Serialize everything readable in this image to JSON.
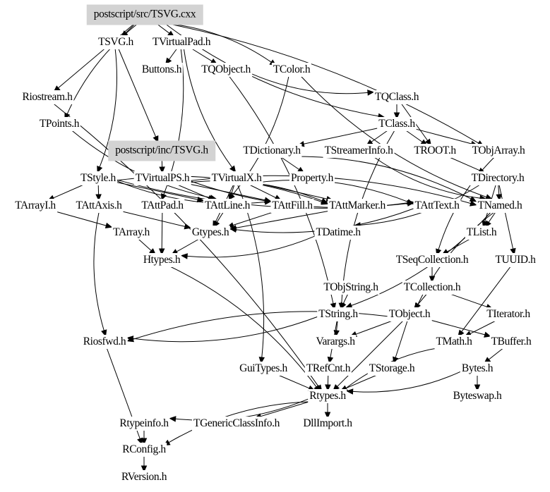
{
  "title": "Include dependency graph for postscript/src/TSVG.cxx",
  "colors": {
    "highlight_fill": "#d3d3d3",
    "edge": "#000000",
    "background": "#ffffff"
  },
  "nodes": [
    {
      "id": "tsvg_cxx",
      "label": "postscript/src/TSVG.cxx",
      "highlight": true
    },
    {
      "id": "tsvg_h",
      "label": "TSVG.h"
    },
    {
      "id": "tvirtualpad",
      "label": "TVirtualPad.h"
    },
    {
      "id": "buttons",
      "label": "Buttons.h"
    },
    {
      "id": "tqobject",
      "label": "TQObject.h"
    },
    {
      "id": "tcolor",
      "label": "TColor.h"
    },
    {
      "id": "riostream",
      "label": "Riostream.h"
    },
    {
      "id": "tqclass",
      "label": "TQClass.h"
    },
    {
      "id": "tpoints",
      "label": "TPoints.h"
    },
    {
      "id": "tclass",
      "label": "TClass.h"
    },
    {
      "id": "inc_tsvg",
      "label": "postscript/inc/TSVG.h",
      "highlight": true
    },
    {
      "id": "tdictionary",
      "label": "TDictionary.h"
    },
    {
      "id": "tstreamerinfo",
      "label": "TStreamerInfo.h"
    },
    {
      "id": "troot",
      "label": "TROOT.h"
    },
    {
      "id": "tobjarray",
      "label": "TObjArray.h"
    },
    {
      "id": "tstyle",
      "label": "TStyle.h"
    },
    {
      "id": "tvirtualps",
      "label": "TVirtualPS.h"
    },
    {
      "id": "tvirtualx",
      "label": "TVirtualX.h"
    },
    {
      "id": "property",
      "label": "Property.h"
    },
    {
      "id": "tdirectory",
      "label": "TDirectory.h"
    },
    {
      "id": "tarrayi",
      "label": "TArrayI.h"
    },
    {
      "id": "tattaxis",
      "label": "TAttAxis.h"
    },
    {
      "id": "tattpad",
      "label": "TAttPad.h"
    },
    {
      "id": "tattline",
      "label": "TAttLine.h"
    },
    {
      "id": "tattfill",
      "label": "TAttFill.h"
    },
    {
      "id": "tattmarker",
      "label": "TAttMarker.h"
    },
    {
      "id": "tatttext",
      "label": "TAttText.h"
    },
    {
      "id": "tnamed",
      "label": "TNamed.h"
    },
    {
      "id": "tarray",
      "label": "TArray.h"
    },
    {
      "id": "gtypes",
      "label": "Gtypes.h"
    },
    {
      "id": "tdatime",
      "label": "TDatime.h"
    },
    {
      "id": "tlist",
      "label": "TList.h"
    },
    {
      "id": "htypes",
      "label": "Htypes.h"
    },
    {
      "id": "tseqcollection",
      "label": "TSeqCollection.h"
    },
    {
      "id": "tuuid",
      "label": "TUUID.h"
    },
    {
      "id": "tobjstring",
      "label": "TObjString.h"
    },
    {
      "id": "tcollection",
      "label": "TCollection.h"
    },
    {
      "id": "tstring",
      "label": "TString.h"
    },
    {
      "id": "tobject",
      "label": "TObject.h"
    },
    {
      "id": "titerator",
      "label": "TIterator.h"
    },
    {
      "id": "riosfwd",
      "label": "Riosfwd.h"
    },
    {
      "id": "varargs",
      "label": "Varargs.h"
    },
    {
      "id": "tmath",
      "label": "TMath.h"
    },
    {
      "id": "tbuffer",
      "label": "TBuffer.h"
    },
    {
      "id": "guitypes",
      "label": "GuiTypes.h"
    },
    {
      "id": "trefcnt",
      "label": "TRefCnt.h"
    },
    {
      "id": "tstorage",
      "label": "TStorage.h"
    },
    {
      "id": "bytes",
      "label": "Bytes.h"
    },
    {
      "id": "rtypes",
      "label": "Rtypes.h"
    },
    {
      "id": "byteswap",
      "label": "Byteswap.h"
    },
    {
      "id": "rtypeinfo",
      "label": "Rtypeinfo.h"
    },
    {
      "id": "tgenericclassinfo",
      "label": "TGenericClassInfo.h"
    },
    {
      "id": "dllimport",
      "label": "DllImport.h"
    },
    {
      "id": "rconfig",
      "label": "RConfig.h"
    },
    {
      "id": "rversion",
      "label": "RVersion.h"
    }
  ],
  "edges": [
    [
      "tsvg_cxx",
      "tsvg_h"
    ],
    [
      "tsvg_cxx",
      "tvirtualpad"
    ],
    [
      "tsvg_cxx",
      "riostream"
    ],
    [
      "tsvg_cxx",
      "tpoints"
    ],
    [
      "tsvg_cxx",
      "tcolor"
    ],
    [
      "tsvg_cxx",
      "tclass"
    ],
    [
      "tsvg_cxx",
      "tobjarray"
    ],
    [
      "tsvg_h",
      "inc_tsvg"
    ],
    [
      "tsvg_h",
      "tstyle"
    ],
    [
      "tvirtualpad",
      "buttons"
    ],
    [
      "tvirtualpad",
      "tqobject"
    ],
    [
      "tvirtualpad",
      "tvirtualx"
    ],
    [
      "tvirtualpad",
      "tattpad"
    ],
    [
      "tqobject",
      "tqclass"
    ],
    [
      "tqobject",
      "tstring"
    ],
    [
      "tcolor",
      "tnamed"
    ],
    [
      "tcolor",
      "tattline"
    ],
    [
      "tqclass",
      "tclass"
    ],
    [
      "tqclass",
      "troot"
    ],
    [
      "tclass",
      "tdictionary"
    ],
    [
      "tclass",
      "tstreamerinfo"
    ],
    [
      "tclass",
      "troot"
    ],
    [
      "tclass",
      "tobjarray"
    ],
    [
      "tclass",
      "tstring"
    ],
    [
      "riostream",
      "rtypes"
    ],
    [
      "tpoints",
      "tattline"
    ],
    [
      "inc_tsvg",
      "tvirtualps"
    ],
    [
      "tdictionary",
      "property"
    ],
    [
      "tdictionary",
      "tnamed"
    ],
    [
      "tstreamerinfo",
      "tnamed"
    ],
    [
      "troot",
      "tdirectory"
    ],
    [
      "tobjarray",
      "tseqcollection"
    ],
    [
      "tstyle",
      "tarrayi"
    ],
    [
      "tstyle",
      "tattaxis"
    ],
    [
      "tstyle",
      "tattline"
    ],
    [
      "tstyle",
      "tattfill"
    ],
    [
      "tstyle",
      "tattmarker"
    ],
    [
      "tstyle",
      "tatttext"
    ],
    [
      "tvirtualps",
      "tattline"
    ],
    [
      "tvirtualps",
      "tattfill"
    ],
    [
      "tvirtualps",
      "tattmarker"
    ],
    [
      "tvirtualps",
      "tatttext"
    ],
    [
      "tvirtualps",
      "tnamed"
    ],
    [
      "tvirtualx",
      "tattline"
    ],
    [
      "tvirtualx",
      "tattfill"
    ],
    [
      "tvirtualx",
      "tattmarker"
    ],
    [
      "tvirtualx",
      "tatttext"
    ],
    [
      "tvirtualx",
      "gtypes"
    ],
    [
      "tvirtualx",
      "guitypes"
    ],
    [
      "tdirectory",
      "tnamed"
    ],
    [
      "tdirectory",
      "tdatime"
    ],
    [
      "tdirectory",
      "tlist"
    ],
    [
      "tdirectory",
      "tuuid"
    ],
    [
      "tarrayi",
      "tarray"
    ],
    [
      "tattaxis",
      "gtypes"
    ],
    [
      "tattaxis",
      "riosfwd"
    ],
    [
      "tattpad",
      "htypes"
    ],
    [
      "tattline",
      "gtypes"
    ],
    [
      "tattfill",
      "gtypes"
    ],
    [
      "tattmarker",
      "gtypes"
    ],
    [
      "tatttext",
      "gtypes"
    ],
    [
      "tnamed",
      "tlist"
    ],
    [
      "tnamed",
      "tstring"
    ],
    [
      "tnamed",
      "tobject"
    ],
    [
      "tarray",
      "htypes"
    ],
    [
      "gtypes",
      "htypes"
    ],
    [
      "tdatime",
      "htypes"
    ],
    [
      "tlist",
      "tseqcollection"
    ],
    [
      "htypes",
      "rtypes"
    ],
    [
      "tseqcollection",
      "tcollection"
    ],
    [
      "tuuid",
      "tmath"
    ],
    [
      "tobjstring",
      "tstring"
    ],
    [
      "tcollection",
      "tobject"
    ],
    [
      "tcollection",
      "titerator"
    ],
    [
      "tstring",
      "riosfwd"
    ],
    [
      "tstring",
      "varargs"
    ],
    [
      "tstring",
      "trefcnt"
    ],
    [
      "tobject",
      "riosfwd"
    ],
    [
      "tobject",
      "varargs"
    ],
    [
      "tobject",
      "tstorage"
    ],
    [
      "tobject",
      "rtypes"
    ],
    [
      "tobject",
      "tbuffer"
    ],
    [
      "titerator",
      "tmath"
    ],
    [
      "tmath",
      "rtypes"
    ],
    [
      "tbuffer",
      "bytes"
    ],
    [
      "guitypes",
      "rtypes"
    ],
    [
      "trefcnt",
      "rtypes"
    ],
    [
      "tstorage",
      "rtypes"
    ],
    [
      "bytes",
      "rtypes"
    ],
    [
      "bytes",
      "byteswap"
    ],
    [
      "rtypes",
      "rtypeinfo"
    ],
    [
      "rtypes",
      "tgenericclassinfo"
    ],
    [
      "rtypes",
      "dllimport"
    ],
    [
      "rtypes",
      "rconfig"
    ],
    [
      "rtypeinfo",
      "rconfig"
    ],
    [
      "riosfwd",
      "rconfig"
    ],
    [
      "rconfig",
      "rversion"
    ]
  ]
}
